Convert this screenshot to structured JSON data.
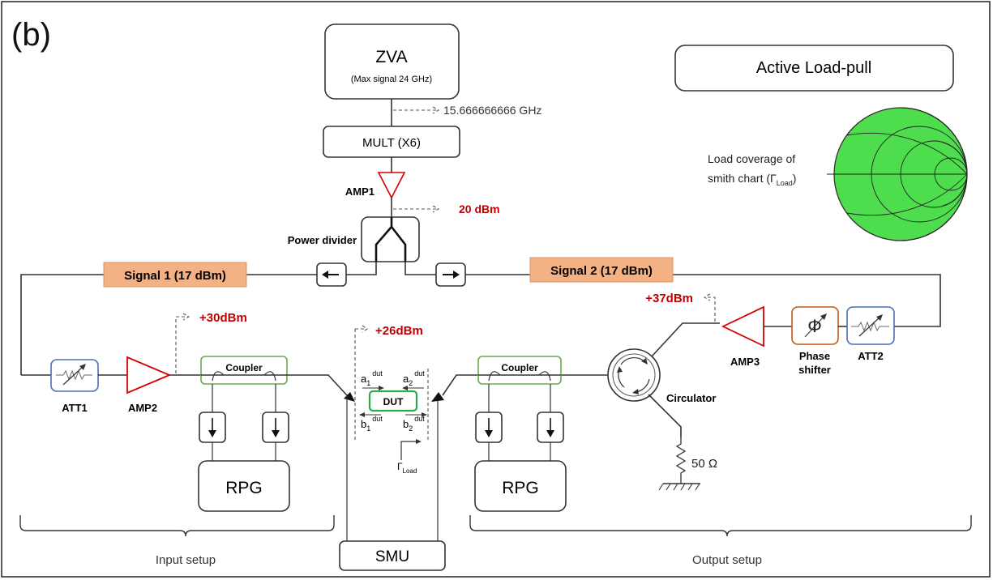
{
  "panel_label": "(b)",
  "title_box": "Active Load-pull",
  "source": {
    "name": "ZVA",
    "subtitle": "(Max signal 24 GHz)"
  },
  "frequency": "15.666666666 GHz",
  "multiplier": "MULT (X6)",
  "amp1": "AMP1",
  "amp1_power": "20 dBm",
  "power_divider": "Power divider",
  "signal1": "Signal 1 (17 dBm)",
  "signal2": "Signal 2 (17 dBm)",
  "input_chain": {
    "att": "ATT1",
    "amp": "AMP2",
    "amp_power": "+30dBm",
    "coupler": "Coupler",
    "rpg": "RPG",
    "setup": "Input setup"
  },
  "dut": {
    "label": "DUT",
    "power": "+26dBm",
    "a1": "a",
    "a1_sub": "1",
    "a1_sup": "dut",
    "a2": "a",
    "a2_sub": "2",
    "a2_sup": "dut",
    "b1": "b",
    "b1_sub": "1",
    "b1_sup": "dut",
    "b2": "b",
    "b2_sub": "2",
    "b2_sup": "dut",
    "gamma": "Γ",
    "gamma_sub": "Load"
  },
  "smu": "SMU",
  "output_chain": {
    "coupler": "Coupler",
    "rpg": "RPG",
    "circulator": "Circulator",
    "load": "50 Ω",
    "amp": "AMP3",
    "amp_power": "+37dBm",
    "phase_shifter_line1": "Phase",
    "phase_shifter_line2": "shifter",
    "phase_symbol": "Φ",
    "att": "ATT2",
    "setup": "Output setup"
  },
  "smith_chart": {
    "caption_line1": "Load coverage of",
    "caption_line2_prefix": "smith chart (Γ",
    "caption_line2_sub": "Load",
    "caption_line2_suffix": ")",
    "fill_color": "#4ddd4d"
  },
  "colors": {
    "amp_red": "#d40000",
    "coupler_green": "#6aa84f",
    "att_blue": "#4a6fb5",
    "phase_orange": "#c55a11",
    "signal_fill": "#f4b183",
    "dut_green": "#2eaa4e",
    "power_red": "#c00000"
  }
}
